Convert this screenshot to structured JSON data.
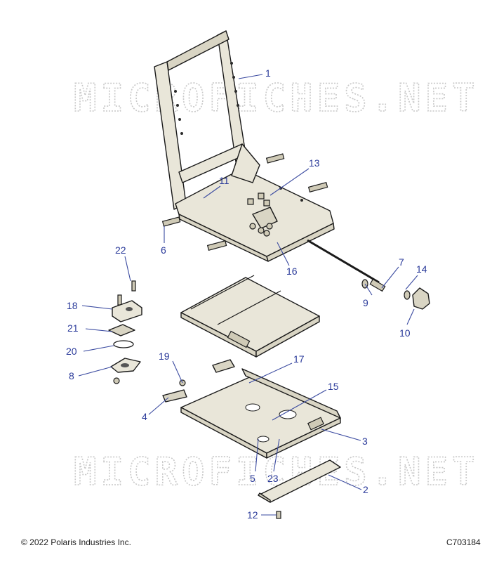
{
  "watermark": "MICROFICHES.NET",
  "copyright": "© 2022 Polaris Industries Inc.",
  "drawing_id": "C703184",
  "callouts": [
    "1",
    "2",
    "3",
    "4",
    "5",
    "6",
    "7",
    "8",
    "9",
    "10",
    "11",
    "12",
    "13",
    "14",
    "15",
    "16",
    "17",
    "19",
    "20",
    "21",
    "22",
    "23",
    "18"
  ],
  "colors": {
    "callout": "#2a3a9a",
    "part_fill": "#e9e6d9",
    "watermark": "#c8c8c8"
  }
}
